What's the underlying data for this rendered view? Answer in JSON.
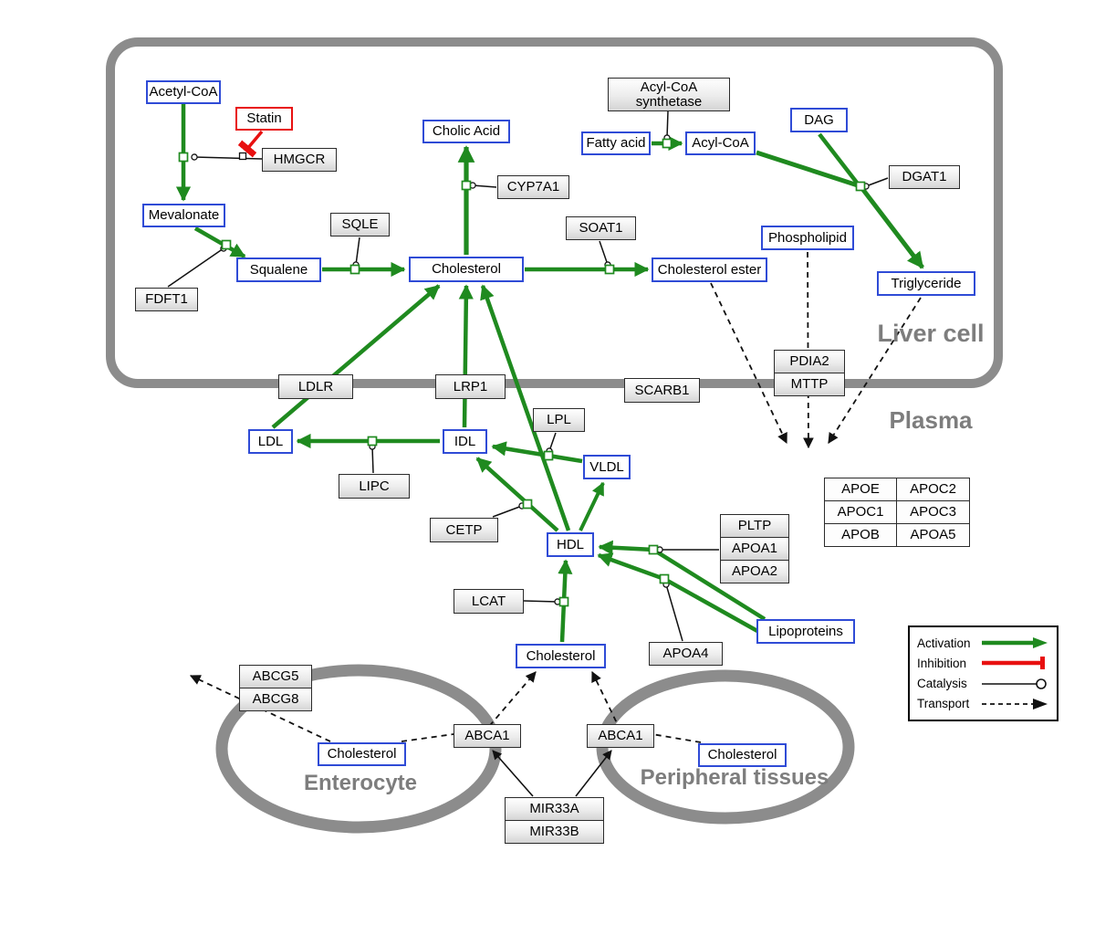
{
  "regions": {
    "liver_cell": "Liver cell",
    "plasma": "Plasma",
    "enterocyte": "Enterocyte",
    "peripheral_tissues": "Peripheral tissues"
  },
  "metabolites": {
    "acetyl_coa": "Acetyl-CoA",
    "mevalonate": "Mevalonate",
    "squalene": "Squalene",
    "cholic_acid": "Cholic Acid",
    "cholesterol_liver": "Cholesterol",
    "cholesterol_ester": "Cholesterol ester",
    "fatty_acid": "Fatty acid",
    "acyl_coa": "Acyl-CoA",
    "dag": "DAG",
    "phospholipid": "Phospholipid",
    "triglyceride": "Triglyceride",
    "ldl": "LDL",
    "idl": "IDL",
    "vldl": "VLDL",
    "hdl": "HDL",
    "lipoproteins": "Lipoproteins",
    "cholesterol_plasma": "Cholesterol",
    "cholesterol_enterocyte": "Cholesterol",
    "cholesterol_peripheral": "Cholesterol"
  },
  "drugs": {
    "statin": "Statin"
  },
  "enzymes": {
    "hmgcr": "HMGCR",
    "fdft1": "FDFT1",
    "sqle": "SQLE",
    "cyp7a1": "CYP7A1",
    "soat1": "SOAT1",
    "acyl_coa_synthetase_line1": "Acyl-CoA",
    "acyl_coa_synthetase_line2": "synthetase",
    "dgat1": "DGAT1",
    "ldlr": "LDLR",
    "lrp1": "LRP1",
    "scarb1": "SCARB1",
    "pdia2": "PDIA2",
    "mttp": "MTTP",
    "lipc": "LIPC",
    "lpl": "LPL",
    "cetp": "CETP",
    "pltp": "PLTP",
    "apoa1": "APOA1",
    "apoa2": "APOA2",
    "lcat": "LCAT",
    "apoa4": "APOA4",
    "abcg5": "ABCG5",
    "abcg8": "ABCG8",
    "abca1_enterocyte": "ABCA1",
    "abca1_peripheral": "ABCA1",
    "mir33a": "MIR33A",
    "mir33b": "MIR33B"
  },
  "apo_table": {
    "rows": [
      [
        "APOE",
        "APOC2"
      ],
      [
        "APOC1",
        "APOC3"
      ],
      [
        "APOB",
        "APOA5"
      ]
    ]
  },
  "legend": {
    "activation": "Activation",
    "inhibition": "Inhibition",
    "catalysis": "Catalysis",
    "transport": "Transport"
  },
  "colors": {
    "activation": "#1f8a1f",
    "inhibition": "#e81010",
    "metabolite_border": "#2f4bd6",
    "membrane": "#8c8c8c",
    "transport": "#111111"
  }
}
